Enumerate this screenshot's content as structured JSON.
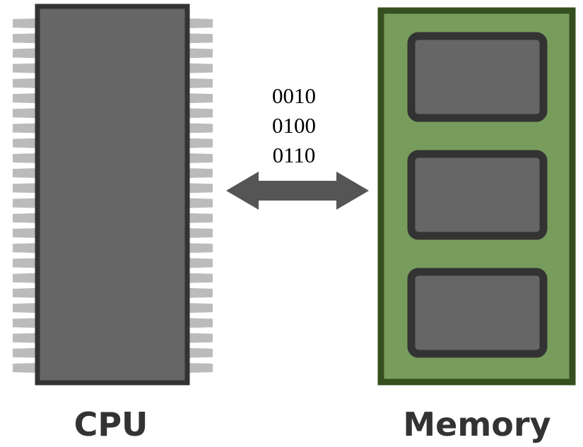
{
  "cpu": {
    "label": "CPU",
    "pins_per_side": 24
  },
  "memory": {
    "label": "Memory",
    "slot_count": 3
  },
  "transfer": {
    "bits": [
      "0010",
      "0100",
      "0110"
    ]
  },
  "colors": {
    "chip_body": "#666666",
    "chip_border": "#333333",
    "pin": "#bbbbbb",
    "board_fill": "#779c5c",
    "board_border": "#354f1e",
    "slot_fill": "#666666",
    "slot_border": "#333333",
    "arrow": "#555555",
    "label": "#333333",
    "bits": "#000000"
  }
}
